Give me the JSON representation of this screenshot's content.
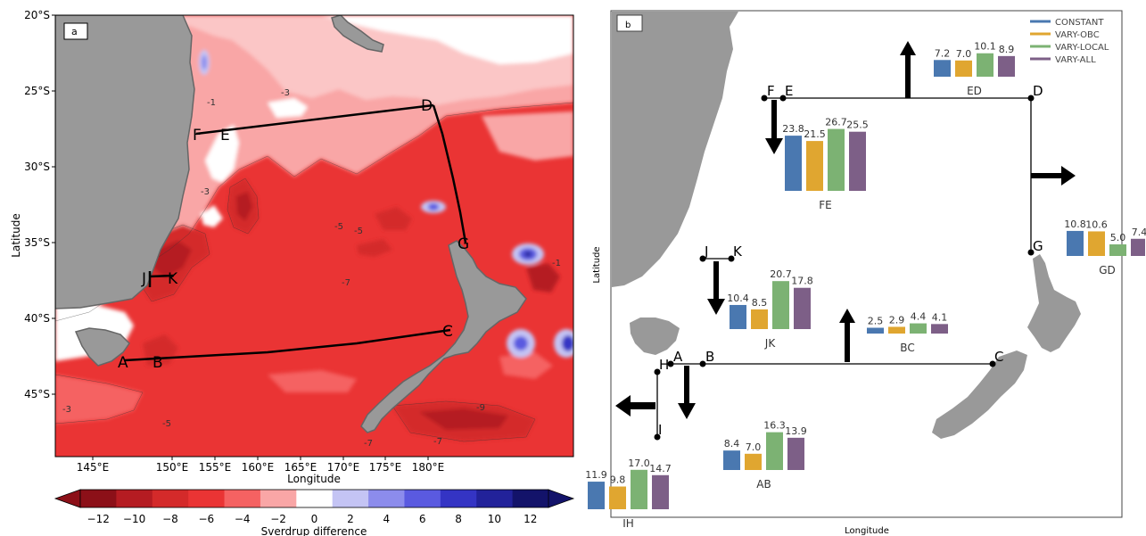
{
  "panel_a": {
    "label": "a",
    "xlabel": "Longitude",
    "ylabel": "Latitude",
    "lon_ticks": [
      "145°E",
      "150°E",
      "155°E",
      "160°E",
      "165°E",
      "170°E",
      "175°E",
      "180°E"
    ],
    "lat_ticks": [
      "20°S",
      "25°S",
      "30°S",
      "35°S",
      "40°S",
      "45°S"
    ],
    "points": [
      {
        "label": "A"
      },
      {
        "label": "B"
      },
      {
        "label": "C"
      },
      {
        "label": "D"
      },
      {
        "label": "E"
      },
      {
        "label": "F"
      },
      {
        "label": "G"
      },
      {
        "label": "J"
      },
      {
        "label": "K"
      }
    ],
    "contour_labels": [
      "-3",
      "-1",
      "-3",
      "-5",
      "-5",
      "-7",
      "-9",
      "-3",
      "-5",
      "-7",
      "-7",
      "-1"
    ],
    "colorbar": {
      "label": "Sverdrup difference",
      "ticks": [
        "−12",
        "−10",
        "−8",
        "−6",
        "−4",
        "−2",
        "0",
        "2",
        "4",
        "6",
        "8",
        "10",
        "12"
      ],
      "colors": [
        "#8c1018",
        "#b51c22",
        "#d42a2a",
        "#ea3434",
        "#f56262",
        "#f9a6a6",
        "#ffffff",
        "#c4c4f4",
        "#8c8cec",
        "#5a5ae0",
        "#3434c4",
        "#22229a",
        "#13136a"
      ]
    },
    "colors": {
      "ocean_base": "#ea3434",
      "land": "#999999",
      "zero": "#ffffff"
    }
  },
  "panel_b": {
    "label": "b",
    "xlabel": "Longitude",
    "ylabel": "Latitude",
    "legend": [
      {
        "name": "CONSTANT",
        "color": "#4a78b0"
      },
      {
        "name": "VARY-OBC",
        "color": "#e0a630"
      },
      {
        "name": "VARY-LOCAL",
        "color": "#7cb273"
      },
      {
        "name": "VARY-ALL",
        "color": "#7d5f87"
      }
    ],
    "points": [
      {
        "label": "F"
      },
      {
        "label": "E"
      },
      {
        "label": "D"
      },
      {
        "label": "G"
      },
      {
        "label": "J"
      },
      {
        "label": "K"
      },
      {
        "label": "A"
      },
      {
        "label": "B"
      },
      {
        "label": "C"
      },
      {
        "label": "H"
      },
      {
        "label": "I"
      }
    ]
  },
  "chart_data": {
    "type": "bar",
    "series_names": [
      "CONSTANT",
      "VARY-OBC",
      "VARY-LOCAL",
      "VARY-ALL"
    ],
    "groups": [
      {
        "name": "ED",
        "labels": [
          "7.2",
          "7.0",
          "10.1",
          "8.9"
        ],
        "values": [
          7.2,
          7.0,
          10.1,
          8.9
        ]
      },
      {
        "name": "FE",
        "labels": [
          "23.8",
          "21.5",
          "26.7",
          "25.5"
        ],
        "values": [
          23.8,
          21.5,
          26.7,
          25.5
        ]
      },
      {
        "name": "GD",
        "labels": [
          "10.8",
          "10.6",
          "5.0",
          "7.4"
        ],
        "values": [
          10.8,
          10.6,
          5.0,
          7.4
        ]
      },
      {
        "name": "JK",
        "labels": [
          "10.4",
          "8.5",
          "20.7",
          "17.8"
        ],
        "values": [
          10.4,
          8.5,
          20.7,
          17.8
        ]
      },
      {
        "name": "BC",
        "labels": [
          "2.5",
          "2.9",
          "4.4",
          "4.1"
        ],
        "values": [
          2.5,
          2.9,
          4.4,
          4.1
        ]
      },
      {
        "name": "AB",
        "labels": [
          "8.4",
          "7.0",
          "16.3",
          "13.9"
        ],
        "values": [
          8.4,
          7.0,
          16.3,
          13.9
        ]
      },
      {
        "name": "IH",
        "labels": [
          "11.9",
          "9.8",
          "17.0",
          "14.7"
        ],
        "values": [
          11.9,
          9.8,
          17.0,
          14.7
        ]
      }
    ]
  }
}
